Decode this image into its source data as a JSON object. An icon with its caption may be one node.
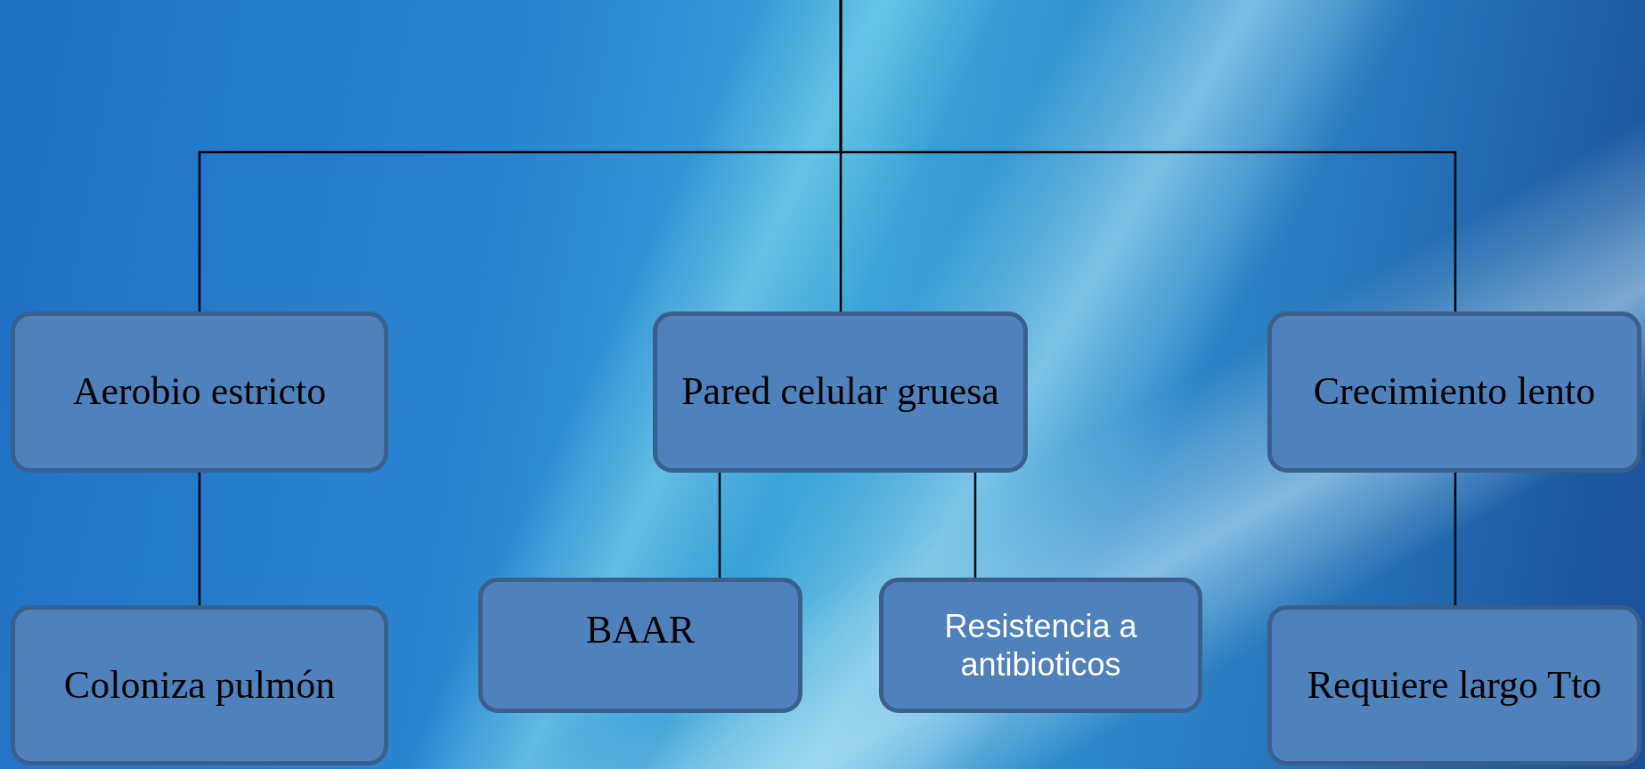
{
  "diagram": {
    "nodes": [
      {
        "text": [
          "Aerobio estricto"
        ]
      },
      {
        "text": [
          "Pared celular gruesa"
        ]
      },
      {
        "text": [
          "Crecimiento lento"
        ]
      },
      {
        "text": [
          "Coloniza pulmón"
        ]
      },
      {
        "text": [
          "BAAR"
        ]
      },
      {
        "text": [
          "Resistencia a antibioticos"
        ]
      },
      {
        "text": [
          "Requiere largo Tto"
        ]
      }
    ],
    "edges": [
      {
        "from": null,
        "to": 0,
        "arrow": "none"
      },
      {
        "from": null,
        "to": 1,
        "arrow": "none"
      },
      {
        "from": null,
        "to": 2,
        "arrow": "none"
      },
      {
        "from": 0,
        "to": 3,
        "arrow": "none"
      },
      {
        "from": 1,
        "to": 4,
        "arrow": "none"
      },
      {
        "from": 1,
        "to": 5,
        "arrow": "none"
      },
      {
        "from": 2,
        "to": 6,
        "arrow": "none"
      }
    ]
  }
}
